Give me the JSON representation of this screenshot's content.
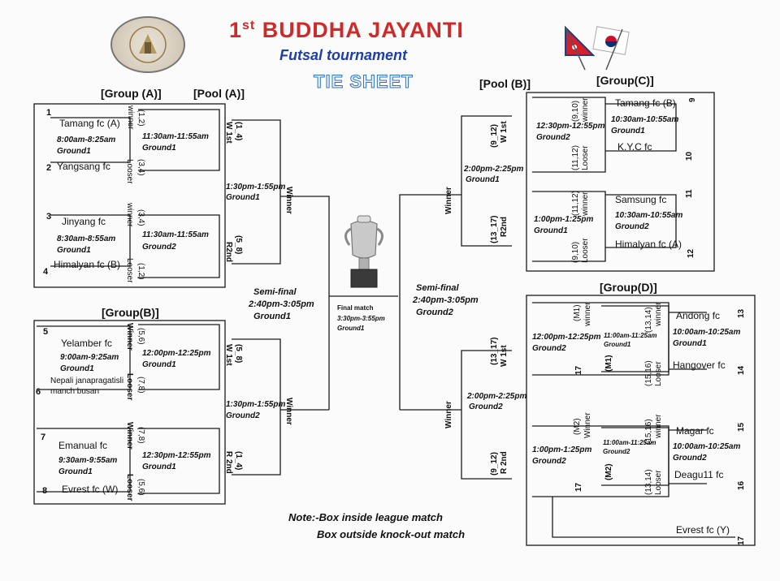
{
  "header": {
    "title_ordinal": "1",
    "title_suffix": "st",
    "title_main": "BUDDHA  JAYANTI",
    "subtitle": "Futsal tournament",
    "sheet_title": "TIE SHEET",
    "title_color": "#cf2a2a",
    "subtitle_color": "#1f3fa8"
  },
  "logo": {
    "icon": "municipality-seal-icon"
  },
  "flags": {
    "icon": "nepal-korea-flags-icon"
  },
  "trophy": {
    "icon": "trophy-icon"
  },
  "group_headings": {
    "group_a": "[Group (A)]",
    "pool_a": "[Pool (A)]",
    "group_b": "[Group(B)]",
    "pool_b": "[Pool (B)]",
    "group_c": "[Group(C)]",
    "group_d": "[Group(D)]"
  },
  "group_a": {
    "num1": "1",
    "team1": "Tamang fc (A)",
    "time1": "8:00am-8:25am",
    "ground1": "Ground1",
    "num2": "2",
    "team2": "Yangsang fc",
    "num3": "3",
    "team3": "Jinyang fc",
    "time2": "8:30am-8:55am",
    "ground2": "Ground1",
    "num4": "4",
    "team4": "Himalyan fc (B)",
    "match1_top": "(1,2)",
    "match1_top_label": "winner",
    "match1_time": "11:30am-11:55am",
    "match1_ground": "Ground1",
    "match1_bottom": "(3,4)",
    "match1_bottom_label": "Looser",
    "match2_top": "(3,4)",
    "match2_top_label": "winner",
    "match2_time": "11:30am-11:55am",
    "match2_ground": "Ground2",
    "match2_bottom": "(1,2)",
    "match2_bottom_label": "Looser"
  },
  "group_b": {
    "num5": "5",
    "team5": "Yelamber fc",
    "time1": "9:00am-9:25am",
    "ground1": "Ground1",
    "num6": "6",
    "team6_line1": "Nepali janapragatisli",
    "team6_line2": "manch busan",
    "num7": "7",
    "team7": "Emanual fc",
    "time2": "9:30am-9:55am",
    "ground2": "Ground1",
    "num8": "8",
    "team8": "Evrest fc (W)",
    "match1_top": "(5,6)",
    "match1_top_label": "Winner",
    "match1_time": "12:00pm-12:25pm",
    "match1_ground": "Ground1",
    "match1_bottom": "(7,8)",
    "match1_bottom_label": "Looser",
    "match2_top": "(7,8)",
    "match2_top_label": "Winner",
    "match2_time": "12:30pm-12:55pm",
    "match2_ground": "Ground1",
    "match2_bottom": "(5,6)",
    "match2_bottom_label": "Looser"
  },
  "pool_a": {
    "w1_code": "(1_4)",
    "w1_label": "W 1st",
    "r2_code": "(5_8)",
    "r2_label": "R2nd",
    "time": "1:30pm-1:55pm",
    "ground": "Ground1",
    "winner_label": "Winner"
  },
  "pool_a2": {
    "w1_code": "(5_8)",
    "w1_label": "W 1st",
    "r2_code": "(1_4)",
    "r2_label": "R 2nd",
    "time": "1:30pm-1:55pm",
    "ground": "Ground2",
    "winner_label": "Winner"
  },
  "semi_left": {
    "label": "Semi-final",
    "time": "2:40pm-3:05pm",
    "ground": "Ground1"
  },
  "final": {
    "label": "Final match",
    "time": "3:30pm-3:55pm",
    "ground": "Ground1"
  },
  "semi_right": {
    "label": "Semi-final",
    "time": "2:40pm-3:05pm",
    "ground": "Ground2"
  },
  "pool_b": {
    "w1_code": "(9_12)",
    "w1_label": "W 1st",
    "r2_code": "(13_17)",
    "r2_label": "R2nd",
    "time": "2:00pm-2:25pm",
    "ground": "Ground1",
    "winner_label": "Winner"
  },
  "pool_b2": {
    "w1_code": "(13_17)",
    "w1_label": "W 1st",
    "r2_code": "(9_12)",
    "r2_label": "R 2nd",
    "time": "2:00pm-2:25pm",
    "ground": "Ground2",
    "winner_label": "Winner"
  },
  "group_c": {
    "num9": "9",
    "team9": "Tamang fc (B)",
    "time1": "10:30am-10:55am",
    "ground1": "Ground1",
    "num10": "10",
    "team10": "K.Y.C fc",
    "num11": "11",
    "team11": "Samsung fc",
    "time2": "10:30am-10:55am",
    "ground2": "Ground2",
    "num12": "12",
    "team12": "Himalyan fc (A)",
    "match1_top": "(9,10)",
    "match1_top_label": "winner",
    "match1_time": "12:30pm-12:55pm",
    "match1_ground": "Ground2",
    "match1_bottom": "(11,12)",
    "match1_bottom_label": "Looser",
    "match2_top": "(11,12)",
    "match2_top_label": "winner",
    "match2_time": "1:00pm-1:25pm",
    "match2_ground": "Ground1",
    "match2_bottom": "(9,10)",
    "match2_bottom_label": "Looser"
  },
  "group_d": {
    "num13": "13",
    "team13": "Andong fc",
    "time1": "10:00am-10:25am",
    "ground1": "Ground1",
    "num14": "14",
    "team14": "Hangover fc",
    "num15": "15",
    "team15": "Magar fc",
    "time2": "10:00am-10:25am",
    "ground2": "Ground2",
    "num16": "16",
    "team16": "Deagu11 fc",
    "num17": "17",
    "team17": "Evrest fc (Y)",
    "m1_a_top": "(13,14)",
    "m1_a_top_label": "winner",
    "m1_a_time": "11:00am-11:25am",
    "m1_a_ground": "Ground1",
    "m1_a_bottom": "(15,16)",
    "m1_a_bottom_label": "Looser",
    "m1_code": "(M1)",
    "m2_a_top": "(15,16)",
    "m2_a_top_label": "winner",
    "m2_a_time": "11:00am-11:25am",
    "m2_a_ground": "Ground2",
    "m2_a_bottom": "(13,14)",
    "m2_a_bottom_label": "Looser",
    "m2_code": "(M2)",
    "m1_b_top": "(M1)",
    "m1_b_top_label": "winner",
    "m1_b_time": "12:00pm-12:25pm",
    "m1_b_ground": "Ground2",
    "m1_b_bottom": "17",
    "m2_b_top": "(M2)",
    "m2_b_top_label": "Winner",
    "m2_b_time": "1:00pm-1:25pm",
    "m2_b_ground": "Ground2",
    "m2_b_bottom": "17"
  },
  "notes": {
    "line1": "Note:-Box inside league match",
    "line2": "Box outside knock-out match"
  }
}
